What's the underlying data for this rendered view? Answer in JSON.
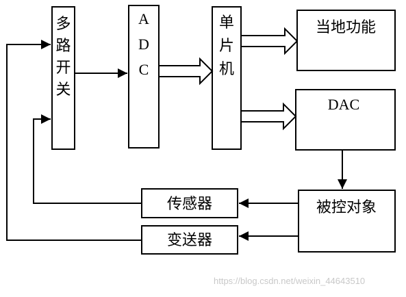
{
  "blocks": {
    "mux": {
      "chars": [
        "多",
        "路",
        "开",
        "关"
      ]
    },
    "adc": {
      "chars": [
        "A",
        "D",
        "C"
      ]
    },
    "mcu": {
      "chars": [
        "单",
        "片",
        "机"
      ]
    },
    "local_function": {
      "label": "当地功能"
    },
    "dac": {
      "label": "DAC"
    },
    "controlled_object": {
      "label": "被控对象"
    },
    "sensor": {
      "label": "传感器"
    },
    "transmitter": {
      "label": "变送器"
    }
  },
  "watermark": "https://blog.csdn.net/weixin_44643510",
  "colors": {
    "line": "#000000",
    "background": "#ffffff",
    "watermark": "#c8c8c8"
  }
}
